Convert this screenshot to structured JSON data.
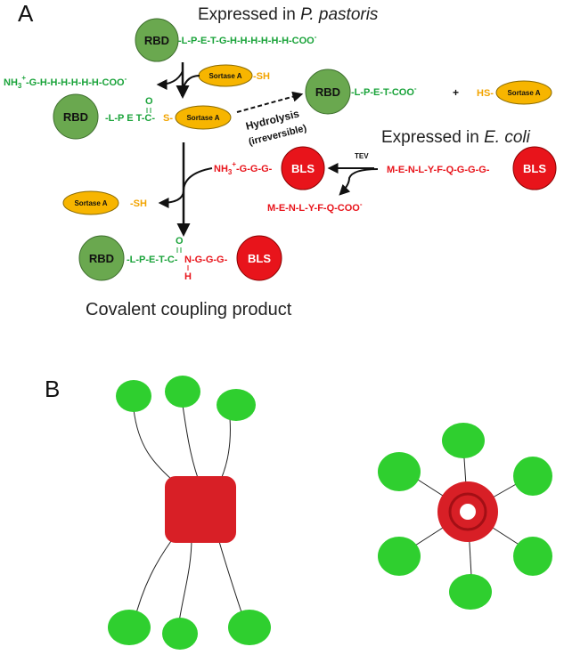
{
  "panel_a": {
    "letter": "A",
    "header_pichia_prefix": "Expressed in ",
    "header_pichia_species": "P. pastoris",
    "header_ecoli_prefix": "Expressed in ",
    "header_ecoli_species": "E. coli",
    "rbd_label": "RBD",
    "bls_label": "BLS",
    "sortase_label": "Sortase A",
    "rbd_tail_top": "-L-P-E-T-G-H-H-H-H-H-H-COO",
    "superscript_minus": "-",
    "released_tag": "NH",
    "released_tag_tail": "-G-H-H-H-H-H-H-COO",
    "sh_label": "-SH",
    "hs_label": "HS-",
    "intermediate_tail_green": "-L-P E T-C-",
    "intermediate_s": "S-",
    "carbonyl_o": "O",
    "hydrolysis_label": "Hydrolysis",
    "irreversible_label": "(irreversible)",
    "hydrolysis_product_tail": "-L-P-E-T-COO",
    "plus_sign": "+",
    "nucleophile_prefix": "NH",
    "nucleophile_tail": "-G-G-G-",
    "tev_label": "TEV",
    "bls_precursor_tail": "M-E-N-L-Y-F-Q-G-G-G-",
    "tev_leftover": "M-E-N-L-Y-F-Q-COO",
    "product_green": "-L-P-E-T-C-",
    "product_red": "N-G-G-G-",
    "product_h": "H",
    "product_caption": "Covalent coupling product"
  },
  "panel_b": {
    "letter": "B"
  },
  "colors": {
    "rbd_green": "#6aa84f",
    "rbd_text_green": "#1aa33a",
    "bls_red": "#e8141b",
    "sortase_orange": "#f7b500",
    "sortase_text": "#f2a400",
    "arrow_black": "#111111",
    "structure_red": "#d81f26",
    "structure_green": "#2fcf2f"
  }
}
